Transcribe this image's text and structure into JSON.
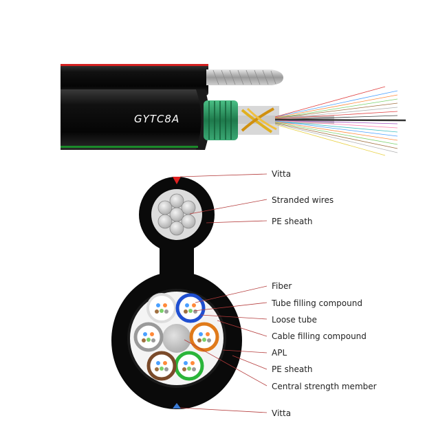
{
  "cable_model": "GYTC8A",
  "labels": {
    "vitta_top": "Vitta",
    "stranded_wires": "Stranded wires",
    "pe_sheath_top": "PE sheath",
    "fiber": "Fiber",
    "tube_filling_compound": "Tube filling compound",
    "loose_tube": "Loose tube",
    "cable_filling_compound": "Cable filling compound",
    "apl": "APL",
    "pe_sheath_bottom": "PE sheath",
    "central_strength_member": "Central strength member",
    "vitta_bottom": "Vitta"
  },
  "colors": {
    "sheath": "#0d0d0d",
    "vitta_top": "#e02020",
    "vitta_bottom": "#3a7bd5",
    "armor": "#2f9e6b",
    "tube_blue": "#1f4fd1",
    "tube_orange": "#e07a1a",
    "tube_green": "#2ab53a",
    "tube_brown": "#7a4a2a",
    "tube_gray": "#9a9a9a",
    "tube_white": "#f2f2f2",
    "leader_line": "#b43a3a"
  }
}
